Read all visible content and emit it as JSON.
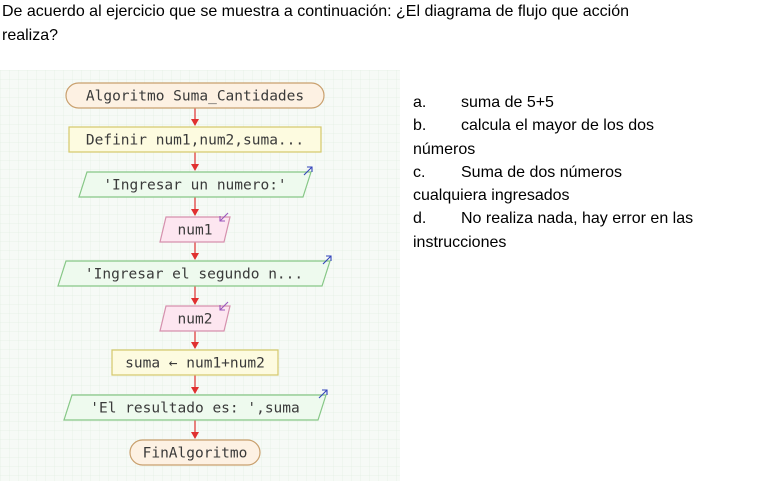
{
  "question": {
    "line1": "De acuerdo al ejercicio que se muestra a continuación: ¿El diagrama de flujo que acción",
    "line2": "realiza?"
  },
  "flowchart": {
    "nodes": [
      {
        "id": "start",
        "shape": "terminal",
        "text": "Algoritmo Suma_Cantidades"
      },
      {
        "id": "define",
        "shape": "process",
        "text": "Definir num1,num2,suma..."
      },
      {
        "id": "out1",
        "shape": "output",
        "text": "'Ingresar un numero:'"
      },
      {
        "id": "in1",
        "shape": "input",
        "text": "num1"
      },
      {
        "id": "out2",
        "shape": "output",
        "text": "'Ingresar el segundo n..."
      },
      {
        "id": "in2",
        "shape": "input",
        "text": "num2"
      },
      {
        "id": "calc",
        "shape": "process",
        "text": "suma ← num1+num2"
      },
      {
        "id": "out3",
        "shape": "output",
        "text": "'El resultado es: ',suma"
      },
      {
        "id": "end",
        "shape": "terminal",
        "text": "FinAlgoritmo"
      }
    ],
    "colors": {
      "background": "#f6faf6",
      "grid": "#e3eee3",
      "terminal_fill": "#fdf1e3",
      "terminal_stroke": "#c9a06e",
      "process_fill": "#fdfbe0",
      "process_stroke": "#d4c96a",
      "io_fill": "#eefaee",
      "io_stroke": "#86c786",
      "input_fill": "#fde6f0",
      "input_stroke": "#d590ad",
      "connector": "#e03030",
      "text": "#3a3a3a",
      "out_arrow": "#3344bb",
      "in_arrow": "#9955bb"
    }
  },
  "options": [
    {
      "letter": "a.",
      "text": "suma de 5+5",
      "continuation": ""
    },
    {
      "letter": "b.",
      "text": "calcula el mayor de los dos",
      "continuation": "números"
    },
    {
      "letter": "c.",
      "text": "Suma de dos números",
      "continuation": "cualquiera ingresados"
    },
    {
      "letter": "d.",
      "text": "No realiza nada, hay error en las",
      "continuation": "instrucciones"
    }
  ]
}
